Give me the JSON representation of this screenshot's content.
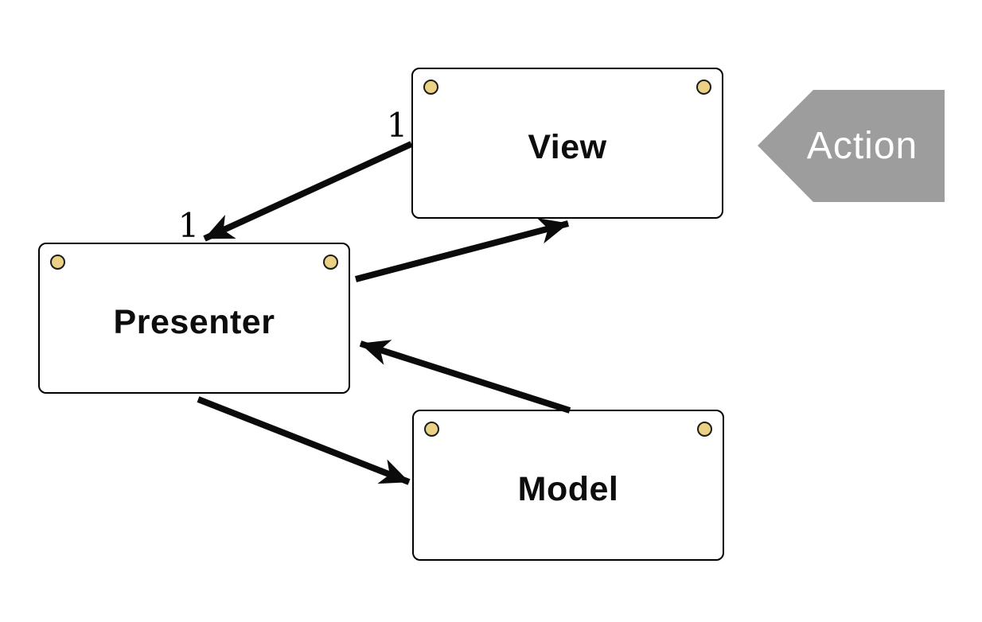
{
  "diagram": {
    "type": "mvp-architecture",
    "nodes": [
      {
        "id": "view",
        "label": "View"
      },
      {
        "id": "presenter",
        "label": "Presenter"
      },
      {
        "id": "model",
        "label": "Model"
      }
    ],
    "edges": [
      {
        "from": "View",
        "to": "Presenter",
        "source_label": "1",
        "target_label": "1"
      },
      {
        "from": "Presenter",
        "to": "View"
      },
      {
        "from": "Model",
        "to": "Presenter"
      },
      {
        "from": "Presenter",
        "to": "Model"
      }
    ],
    "annotation": {
      "label": "Action",
      "shape": "left-pointing-tag"
    },
    "colors": {
      "background": "#ffffff",
      "card_fill": "#ffffff",
      "card_border": "#000000",
      "pin_fill": "#ead183",
      "arrow": "#0b0b0b",
      "action_fill": "#9d9d9d",
      "action_text": "#ffffff"
    }
  }
}
